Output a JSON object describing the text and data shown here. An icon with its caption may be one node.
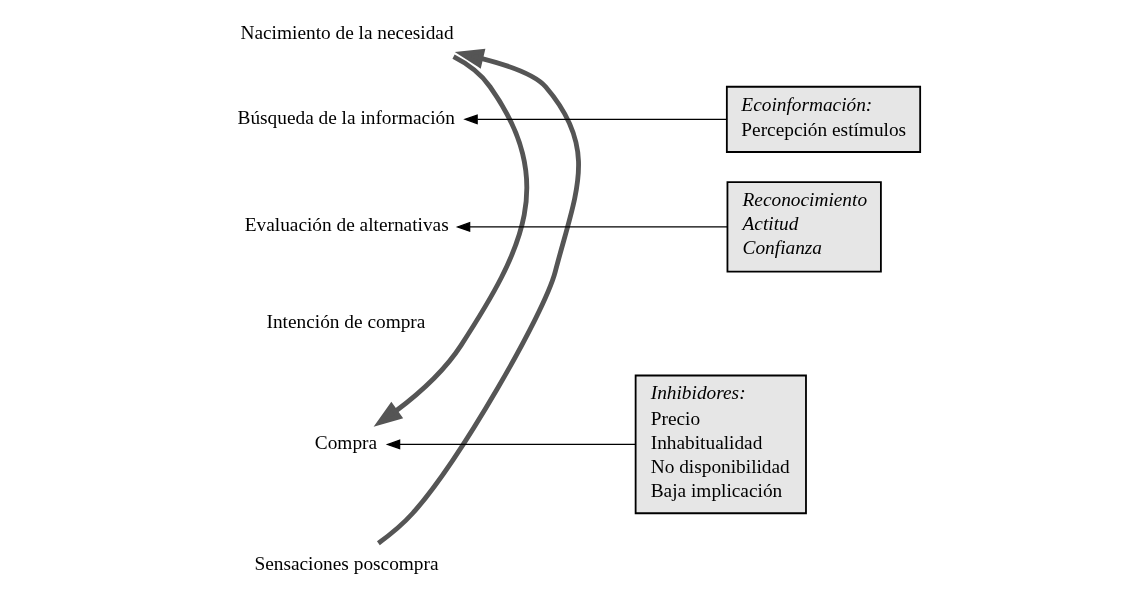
{
  "diagram": {
    "nodes": [
      {
        "text": [
          "Nacimiento de la necesidad"
        ]
      },
      {
        "text": [
          "Búsqueda de la información"
        ]
      },
      {
        "text": [
          "Evaluación de alternativas"
        ]
      },
      {
        "text": [
          "Intención de compra"
        ]
      },
      {
        "text": [
          "Compra"
        ]
      },
      {
        "text": [
          "Sensaciones poscompra"
        ]
      },
      {
        "text": [
          "Ecoinformación:",
          "Percepción estímulos"
        ]
      },
      {
        "text": [
          "Reconocimiento",
          "Actitud",
          "Confianza"
        ]
      },
      {
        "text": [
          "Inhibidores:",
          "Precio",
          "Inhabitualidad",
          "No disponibilidad",
          "Baja implicación"
        ]
      }
    ],
    "edges": [
      {
        "from": 0,
        "to": 4,
        "arrow": "to",
        "style": "thick"
      },
      {
        "from": 6,
        "to": 1,
        "arrow": "to"
      },
      {
        "from": 7,
        "to": 2,
        "arrow": "to"
      },
      {
        "from": 8,
        "to": 4,
        "arrow": "to"
      },
      {
        "from": 5,
        "to": 0,
        "arrow": "to",
        "style": "thick"
      }
    ]
  }
}
